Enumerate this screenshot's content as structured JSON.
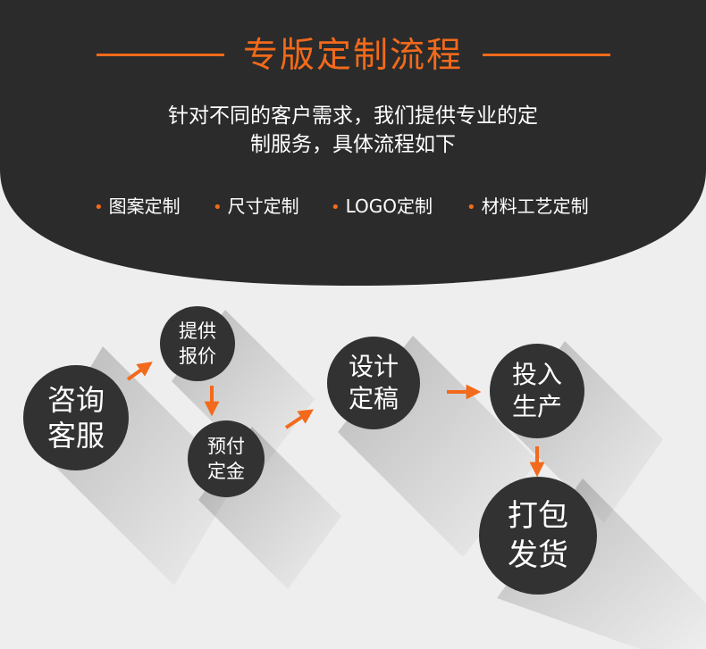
{
  "title": "专版定制流程",
  "intro": {
    "line1": "针对不同的客户需求，我们提供专业的定",
    "line2": "制服务，具体流程如下"
  },
  "features": [
    "图案定制",
    "尺寸定制",
    "LOGO定制",
    "材料工艺定制"
  ],
  "bullet_char": "•",
  "steps": [
    {
      "line1": "咨询",
      "line2": "客服"
    },
    {
      "line1": "提供",
      "line2": "报价"
    },
    {
      "line1": "预付",
      "line2": "定金"
    },
    {
      "line1": "设计",
      "line2": "定稿"
    },
    {
      "line1": "投入",
      "line2": "生产"
    },
    {
      "line1": "打包",
      "line2": "发货"
    }
  ],
  "colors": {
    "accent": "#f26a1b",
    "dark": "#323232",
    "header_bg": "#2b2b2b",
    "page_bg": "#eeeeee",
    "text_light": "#ffffff"
  }
}
